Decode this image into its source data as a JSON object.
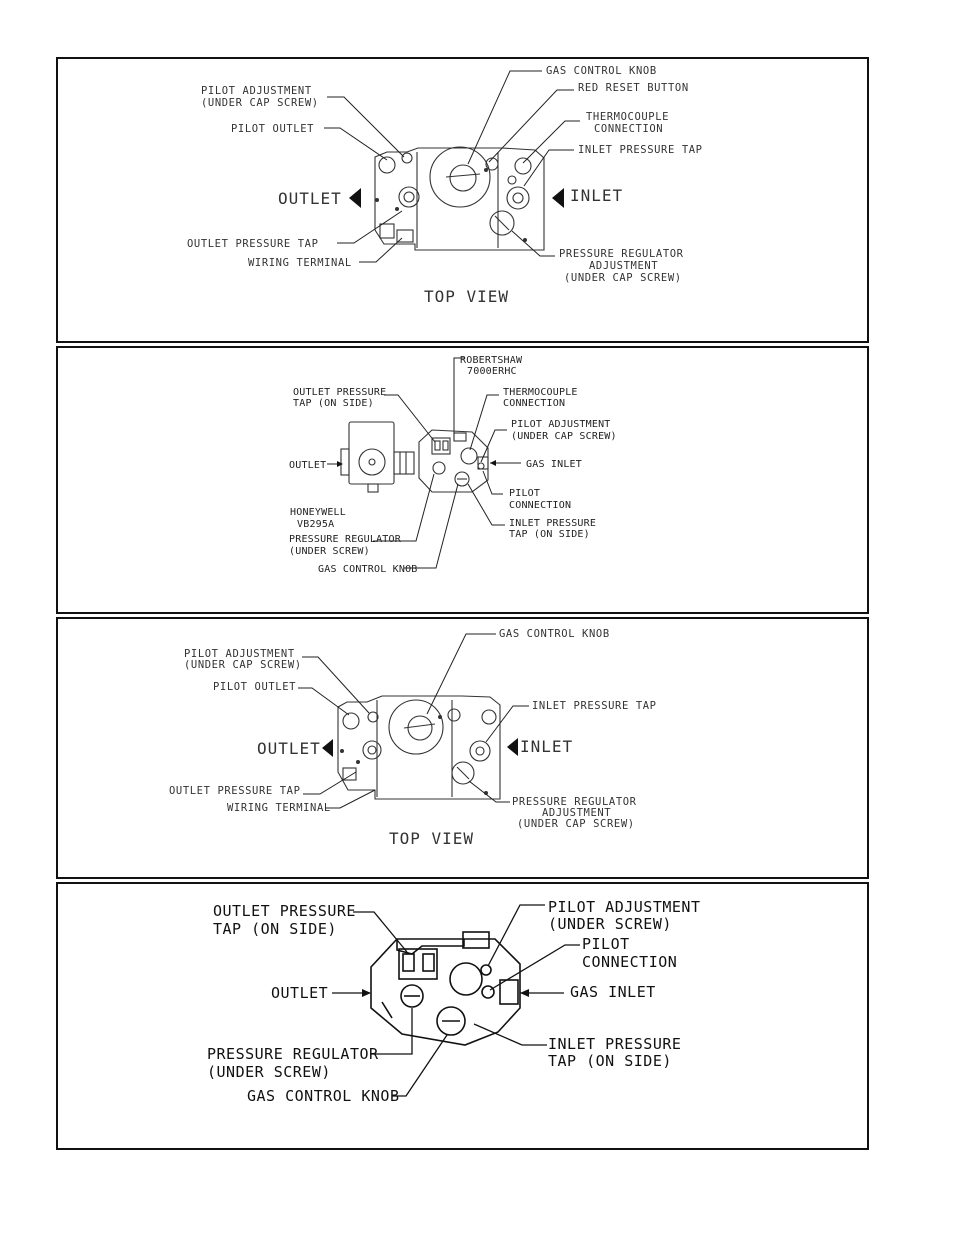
{
  "panel1": {
    "gas_control_knob": "GAS CONTROL KNOB",
    "red_reset_button": "RED RESET BUTTON",
    "thermocouple_l1": "THERMOCOUPLE",
    "thermocouple_l2": "CONNECTION",
    "inlet_pressure_tap": "INLET PRESSURE TAP",
    "pilot_adjustment_l1": "PILOT ADJUSTMENT",
    "pilot_adjustment_l2": "(UNDER CAP SCREW)",
    "pilot_outlet": "PILOT OUTLET",
    "outlet": "OUTLET",
    "inlet": "INLET",
    "outlet_pressure_tap": "OUTLET PRESSURE TAP",
    "wiring_terminal": "WIRING TERMINAL",
    "pressure_regulator_l1": "PRESSURE REGULATOR",
    "pressure_regulator_l2": "ADJUSTMENT",
    "pressure_regulator_l3": "(UNDER CAP SCREW)",
    "top_view": "TOP VIEW"
  },
  "panel2": {
    "robertshaw_l1": "ROBERTSHAW",
    "robertshaw_l2": "7000ERHC",
    "outlet_pressure_l1": "OUTLET PRESSURE",
    "outlet_pressure_l2": "TAP (ON SIDE)",
    "thermocouple_l1": "THERMOCOUPLE",
    "thermocouple_l2": "CONNECTION",
    "pilot_adjustment_l1": "PILOT ADJUSTMENT",
    "pilot_adjustment_l2": "(UNDER CAP SCREW)",
    "outlet": "OUTLET",
    "gas_inlet": "GAS INLET",
    "honeywell_l1": "HONEYWELL",
    "honeywell_l2": "VB295A",
    "pilot_connection_l1": "PILOT",
    "pilot_connection_l2": "CONNECTION",
    "pressure_regulator_l1": "PRESSURE REGULATOR",
    "pressure_regulator_l2": "(UNDER SCREW)",
    "inlet_pressure_l1": "INLET PRESSURE",
    "inlet_pressure_l2": "TAP (ON SIDE)",
    "gas_control_knob": "GAS CONTROL KNOB"
  },
  "panel3": {
    "gas_control_knob": "GAS CONTROL KNOB",
    "pilot_adjustment_l1": "PILOT ADJUSTMENT",
    "pilot_adjustment_l2": "(UNDER CAP SCREW)",
    "pilot_outlet": "PILOT OUTLET",
    "inlet_pressure_tap": "INLET PRESSURE TAP",
    "outlet": "OUTLET",
    "inlet": "INLET",
    "outlet_pressure_tap": "OUTLET PRESSURE TAP",
    "wiring_terminal": "WIRING TERMINAL",
    "pressure_regulator_l1": "PRESSURE REGULATOR",
    "pressure_regulator_l2": "ADJUSTMENT",
    "pressure_regulator_l3": "(UNDER CAP SCREW)",
    "top_view": "TOP VIEW"
  },
  "panel4": {
    "outlet_pressure_l1": "OUTLET PRESSURE",
    "outlet_pressure_l2": "TAP (ON SIDE)",
    "pilot_adjustment_l1": "PILOT ADJUSTMENT",
    "pilot_adjustment_l2": "(UNDER SCREW)",
    "pilot_connection_l1": "PILOT",
    "pilot_connection_l2": "CONNECTION",
    "outlet": "OUTLET",
    "gas_inlet": "GAS INLET",
    "pressure_regulator_l1": "PRESSURE REGULATOR",
    "pressure_regulator_l2": "(UNDER SCREW)",
    "inlet_pressure_l1": "INLET PRESSURE",
    "inlet_pressure_l2": "TAP (ON SIDE)",
    "gas_control_knob": "GAS CONTROL KNOB"
  }
}
